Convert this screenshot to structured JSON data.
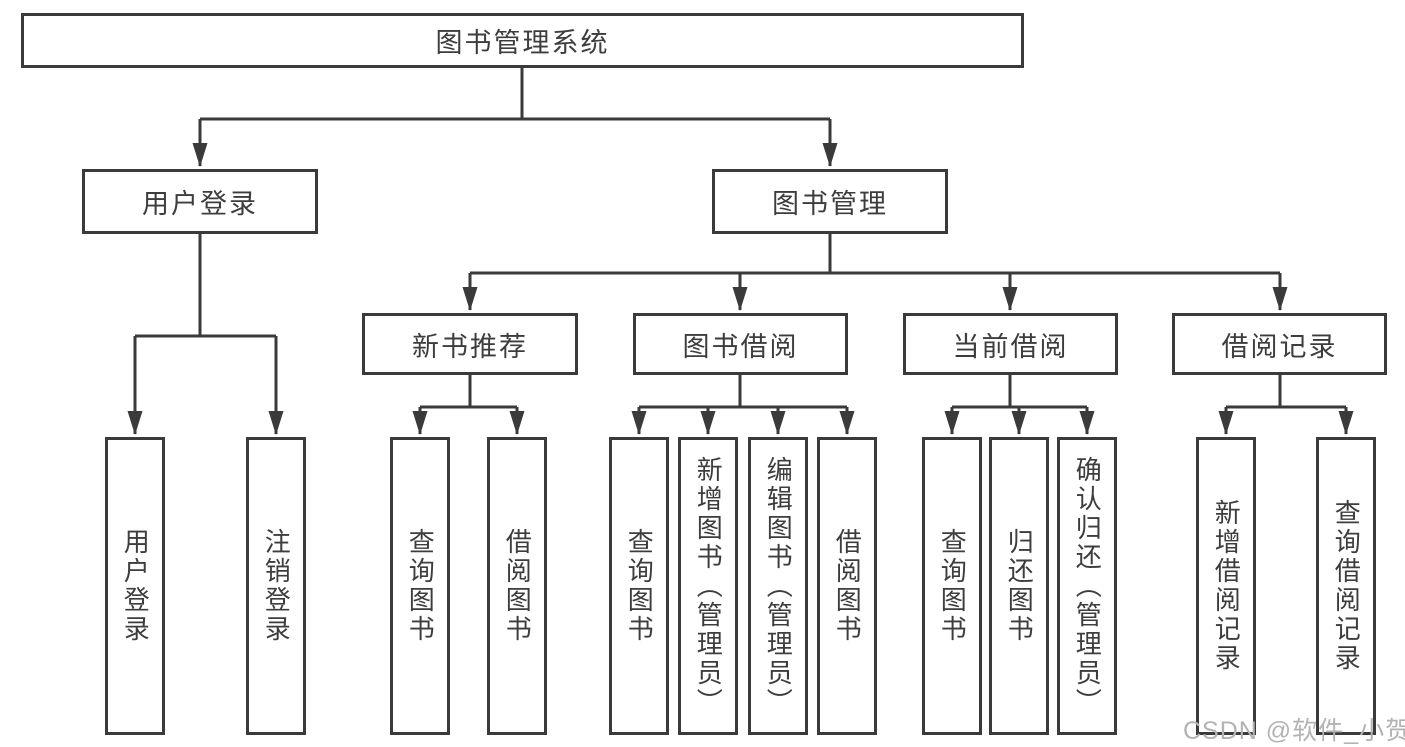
{
  "colors": {
    "line": "#3a3a3a",
    "text": "#3d3d3d",
    "box_fill": "#ffffff",
    "watermark": "#b3b3b3",
    "background": "#ffffff"
  },
  "watermark": {
    "text": "CSDN @软件_小贺同学"
  },
  "tree": {
    "root": {
      "label": "图书管理系统",
      "children": [
        {
          "label": "用户登录",
          "children": [
            {
              "label": "用户登录"
            },
            {
              "label": "注销登录"
            }
          ]
        },
        {
          "label": "图书管理",
          "children": [
            {
              "label": "新书推荐",
              "children": [
                {
                  "label": "查询图书"
                },
                {
                  "label": "借阅图书"
                }
              ]
            },
            {
              "label": "图书借阅",
              "children": [
                {
                  "label": "查询图书"
                },
                {
                  "label": "新增图书（管理员）"
                },
                {
                  "label": "编辑图书（管理员）"
                },
                {
                  "label": "借阅图书"
                }
              ]
            },
            {
              "label": "当前借阅",
              "children": [
                {
                  "label": "查询图书"
                },
                {
                  "label": "归还图书"
                },
                {
                  "label": "确认归还（管理员）"
                }
              ]
            },
            {
              "label": "借阅记录",
              "children": [
                {
                  "label": "新增借阅记录"
                },
                {
                  "label": "查询借阅记录"
                }
              ]
            }
          ]
        }
      ]
    }
  }
}
